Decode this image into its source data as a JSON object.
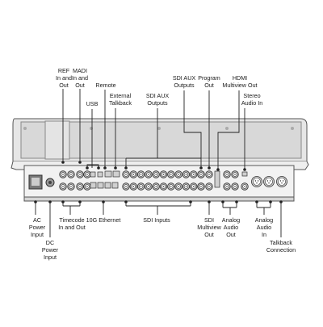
{
  "labels": {
    "ref": "REF\nIn and\nOut",
    "madi": "MADI\nIn and\nOut",
    "usb": "USB",
    "remote": "Remote",
    "ext_talkback": "External\nTalkback",
    "sdi_aux_outputs_inner": "SDI AUX\nOutputs",
    "sdi_aux_outputs": "SDI AUX\nOutputs",
    "program_out": "Program\nOut",
    "hdmi_multiview": "HDMI\nMultiview Out",
    "stereo_audio_in": "Stereo\nAudio In",
    "ac_power": "AC\nPower\nInput",
    "dc_power": "DC\nPower\nInput",
    "timecode": "Timecode\nIn and Out",
    "ethernet": "10G Ethernet",
    "sdi_inputs": "SDI Inputs",
    "sdi_multiview": "SDI\nMultiview\nOut",
    "analog_audio_out": "Analog\nAudio\nOut",
    "analog_audio_in": "Analog\nAudio\nIn",
    "talkback": "Talkback\nConnection"
  }
}
